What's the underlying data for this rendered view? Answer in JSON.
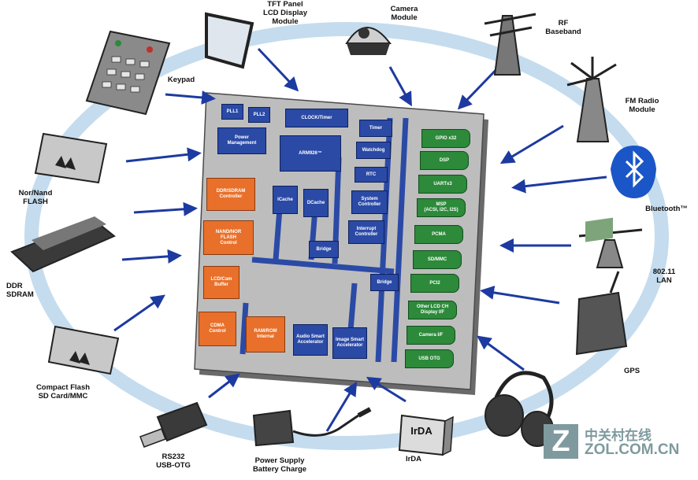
{
  "peripherals": {
    "keypad": "Keypad",
    "tft": "TFT Panel\nLCD Display\nModule",
    "camera": "Camera\nModule",
    "rf": "RF\nBaseband",
    "fm": "FM Radio\nModule",
    "bluetooth": "Bluetooth™",
    "wifi": "802.11\nLAN",
    "gps": "GPS",
    "irda_label": "IrDA",
    "irda_box": "IrDA",
    "power": "Power Supply\nBattery Charge",
    "rs232": "RS232\nUSB-OTG",
    "cf": "Compact Flash\nSD Card/MMC",
    "ddr": "DDR\nSDRAM",
    "flash": "Nor/Nand\nFLASH"
  },
  "chip": {
    "pll1": "PLL1",
    "pll2": "PLL2",
    "clock": "CLOCK/Timer",
    "power_mgmt": "Power\nManagement",
    "arm": "ARM926™",
    "timer": "Timer",
    "watchdog": "Watchdog",
    "rtc": "RTC",
    "sysctl": "System\nController",
    "intctl": "Interrupt\nController",
    "icache": "ICache",
    "dcache": "DCache",
    "bridge1": "Bridge",
    "bridge2": "Bridge",
    "ddr_ctrl": "DDR/SDRAM\nController",
    "nand_ctrl": "NAND/NOR\nFLASH\nControl",
    "lcd_buf": "LCD/Cam\nBuffer",
    "cdma": "CDMA\nControl",
    "ram": "RAM/ROM\nInternal",
    "audio": "Audio Smart\nAccelerator",
    "image": "Image Smart\nAccelerator",
    "green": [
      "GPIO x32",
      "DSP",
      "UARTx3",
      "MSP\n(ACSI, I2C, I2S)",
      "PCMA",
      "SD/MMC",
      "PCI2",
      "Other LCD CH\nDisplay I/F",
      "Camera I/F",
      "USB OTG"
    ]
  },
  "watermark": {
    "cn": "中关村在线",
    "en": "ZOL.COM.CN"
  },
  "colors": {
    "ring": "#c4dcee",
    "arrow": "#1d3aa0",
    "chip_bg": "#bdbdbd",
    "block_blue": "#2b4aa6",
    "block_orange": "#e8702a",
    "block_green": "#2c8a3a"
  }
}
